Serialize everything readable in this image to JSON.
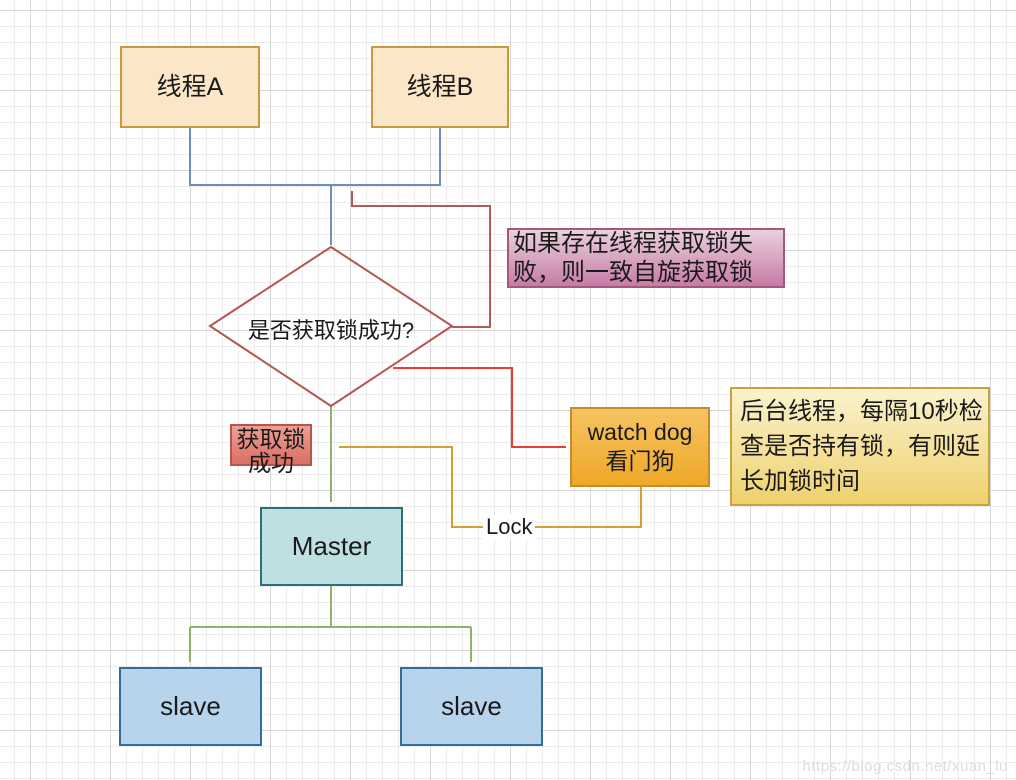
{
  "nodes": {
    "thread_a": {
      "label": "线程A"
    },
    "thread_b": {
      "label": "线程B"
    },
    "decision": {
      "label": "是否获取锁成功?"
    },
    "acquire_success": {
      "lines": [
        "获取锁",
        "成功"
      ]
    },
    "watch_dog": {
      "lines": [
        "watch dog",
        "看门狗"
      ]
    },
    "master": {
      "label": "Master"
    },
    "slave_1": {
      "label": "slave"
    },
    "slave_2": {
      "label": "slave"
    }
  },
  "notes": {
    "spin": {
      "lines": [
        "如果存在线程获取锁失",
        "败，则一致自旋获取锁"
      ]
    },
    "watchdog": {
      "lines": [
        "后台线程，每隔10秒检",
        "查是否持有锁，有则延",
        "长加锁时间"
      ]
    }
  },
  "edges": {
    "lock_label": "Lock"
  },
  "watermark": "https://blog.csdn.net/xuan_lu",
  "colors": {
    "thread_fill": "#FBE6C8",
    "thread_border": "#C9993E",
    "decision_fill": "#F6CFCA",
    "decision_border": "#B85450",
    "acquire_fill_top": "#EC9F97",
    "acquire_fill_bottom": "#DB6F62",
    "acquire_border": "#B85450",
    "watchdog_fill_top": "#F6C362",
    "watchdog_fill_bottom": "#EFA827",
    "watchdog_border": "#C98A2B",
    "note_purple_top": "#EAD0DD",
    "note_purple_bottom": "#C67BA7",
    "note_purple_border": "#A45A74",
    "note_yellow_top": "#FBF2CE",
    "note_yellow_bottom": "#EED16E",
    "note_yellow_border": "#C7A33B",
    "master_fill": "#BFE0E2",
    "master_border": "#2D7078",
    "slave_fill": "#B8D4EC",
    "slave_border": "#336E96",
    "edge_blue": "#6C8EBF",
    "edge_brick": "#B05B56",
    "edge_red": "#F13B30",
    "edge_gold": "#D0A033",
    "edge_green": "#8FB266",
    "grid_minor": "#ECECEC",
    "grid_major": "#D6D6D6"
  }
}
